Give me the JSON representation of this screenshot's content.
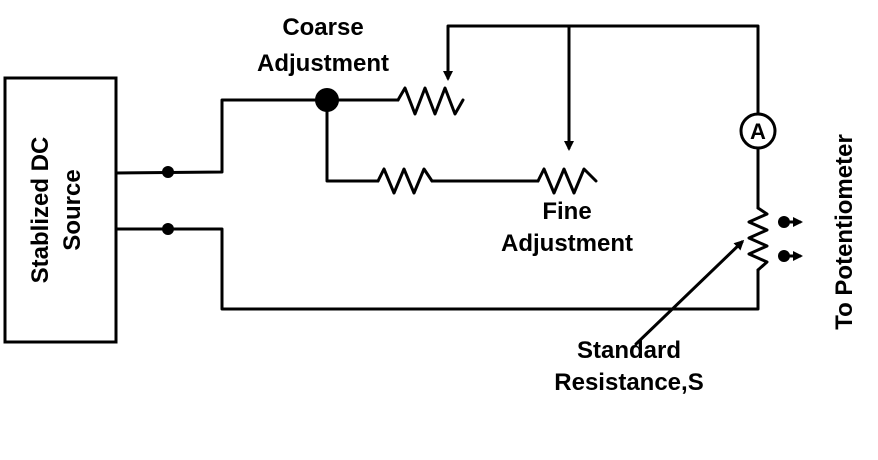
{
  "diagram": {
    "source_label_line1": "Stablized DC",
    "source_label_line2": "Source",
    "coarse_label_line1": "Coarse",
    "coarse_label_line2": "Adjustment",
    "fine_label_line1": "Fine",
    "fine_label_line2": "Adjustment",
    "standard_label_line1": "Standard",
    "standard_label_line2": "Resistance,S",
    "potentiometer_label": "To Potentiometer",
    "ammeter_symbol": "A",
    "stroke_color": "#000000",
    "background_color": "#ffffff"
  }
}
